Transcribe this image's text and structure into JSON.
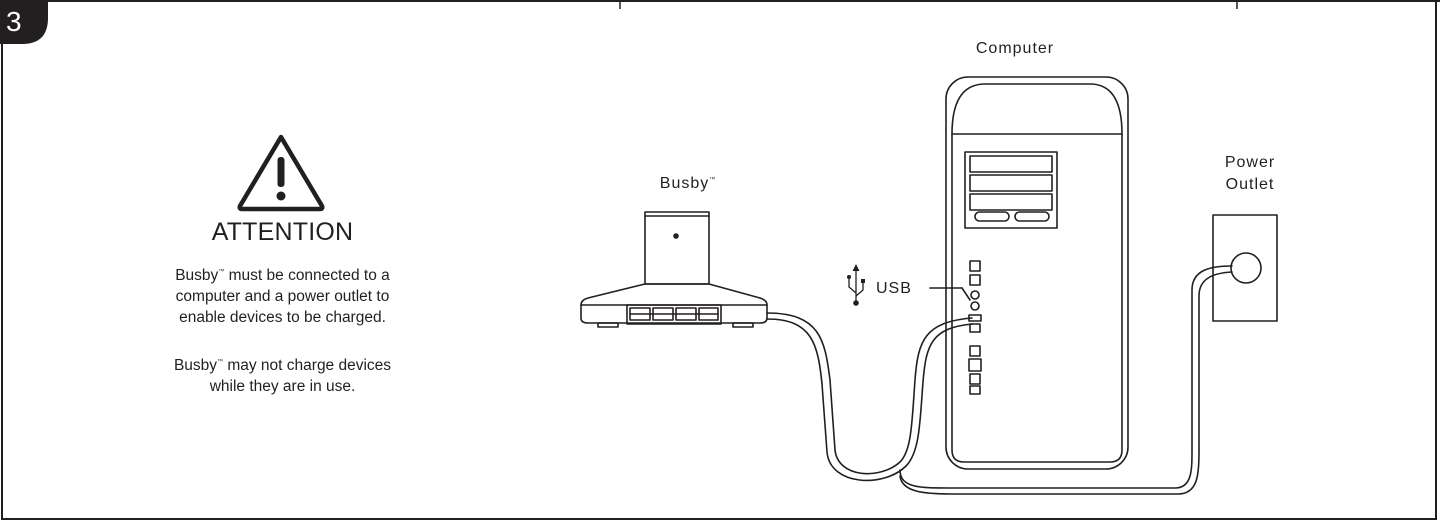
{
  "step": {
    "number": "3"
  },
  "attention": {
    "title": "ATTENTION",
    "notice_1": {
      "brand": "Busby",
      "tm": "™",
      "lines": [
        "must be connected to a",
        "computer and a power outlet to",
        "enable devices to be charged."
      ]
    },
    "notice_2": {
      "brand": "Busby",
      "tm": "™",
      "lines": [
        "may not charge devices",
        "while they are in use."
      ]
    }
  },
  "labels": {
    "computer": "Computer",
    "busby": "Busby",
    "busby_tm": "™",
    "power_line1": "Power",
    "power_line2": "Outlet",
    "usb": "USB"
  },
  "icons": [
    "warning-triangle-icon",
    "usb-trident-icon"
  ],
  "colors": {
    "line": "#231f20",
    "tab": "#231f20",
    "background": "#ffffff"
  }
}
